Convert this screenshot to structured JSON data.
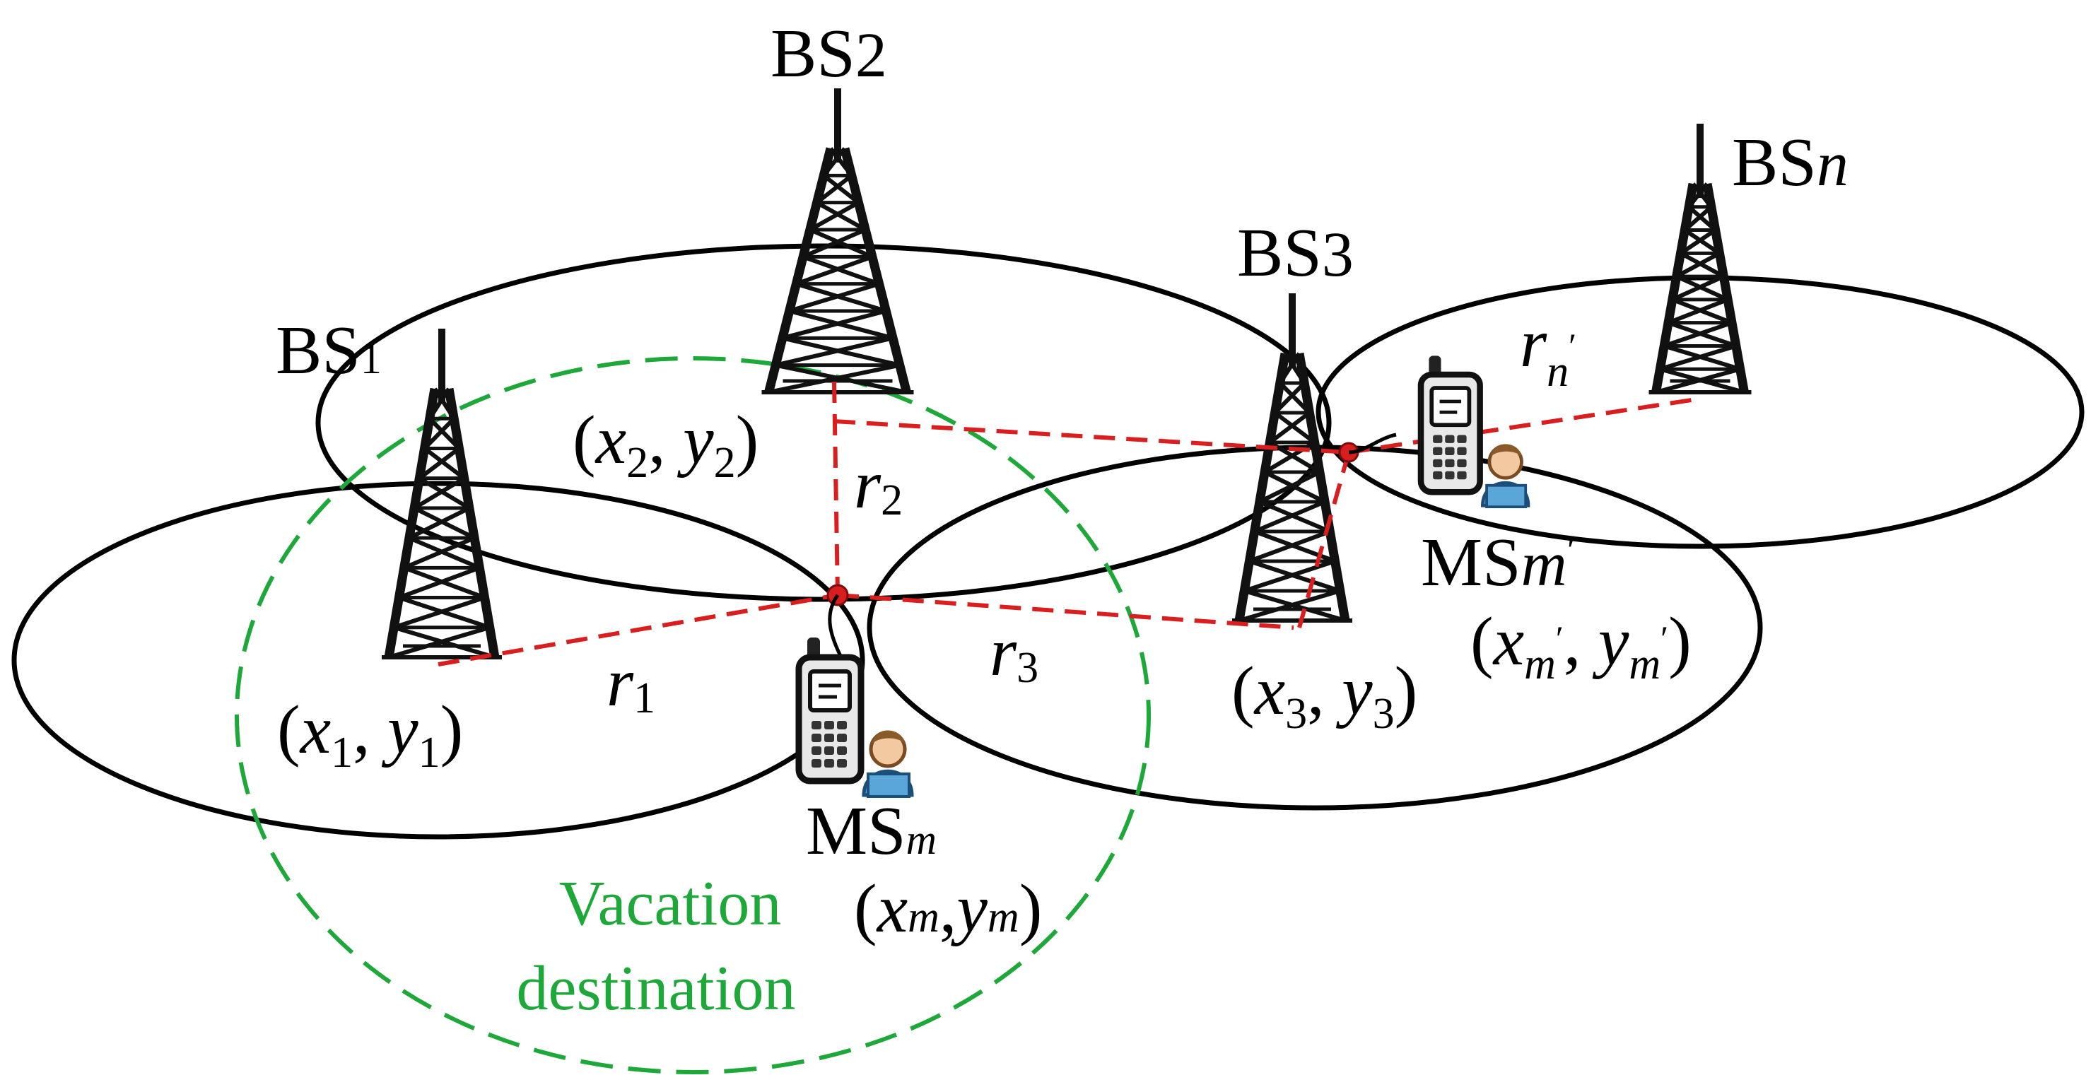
{
  "colors": {
    "circle": "#000000",
    "distance_line": "#d81e1e",
    "destination": "#1fa83a",
    "node": "#d81e1e",
    "tower": "#111111",
    "person_body": "#5aa6d8",
    "person_skin": "#f2c9a0"
  },
  "stations": [
    {
      "id": "BS1",
      "base": "BS",
      "sub": "1",
      "coord_x": "x",
      "coord_y": "y",
      "coord_sub": "1"
    },
    {
      "id": "BS2",
      "base": "BS",
      "sub": "2",
      "coord_x": "x",
      "coord_y": "y",
      "coord_sub": "2"
    },
    {
      "id": "BS3",
      "base": "BS",
      "sub": "3",
      "coord_x": "x",
      "coord_y": "y",
      "coord_sub": "3"
    },
    {
      "id": "BSn",
      "base": "BS",
      "sub": "n"
    }
  ],
  "distances": [
    {
      "base": "r",
      "sub": "1"
    },
    {
      "base": "r",
      "sub": "2"
    },
    {
      "base": "r",
      "sub": "3"
    },
    {
      "base": "r",
      "sub": "n",
      "prime": "′"
    }
  ],
  "mobile_stations": [
    {
      "id": "MSm",
      "base": "MS",
      "sub": "m",
      "coord": "(xm,ym)",
      "coord_x": "x",
      "coord_y": "y",
      "coord_sub": "m"
    },
    {
      "id": "MSm-prime",
      "base": "MS",
      "sub": "m",
      "prime": "′",
      "coord_x": "x",
      "coord_y": "y",
      "coord_sub": "m",
      "coord_prime": "′"
    }
  ],
  "punct": {
    "open": "(",
    "close": ")",
    "comma": ","
  },
  "destination_label": [
    "Vacation",
    "destination"
  ],
  "icons": [
    "tower-icon",
    "mobile-phone-icon",
    "person-icon"
  ]
}
